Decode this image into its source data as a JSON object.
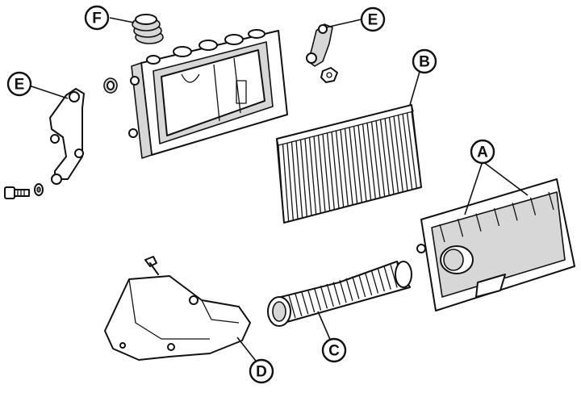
{
  "callouts": {
    "A": "A",
    "B": "B",
    "C": "C",
    "D": "D",
    "E_left": "E",
    "E_top": "E",
    "F": "F"
  }
}
